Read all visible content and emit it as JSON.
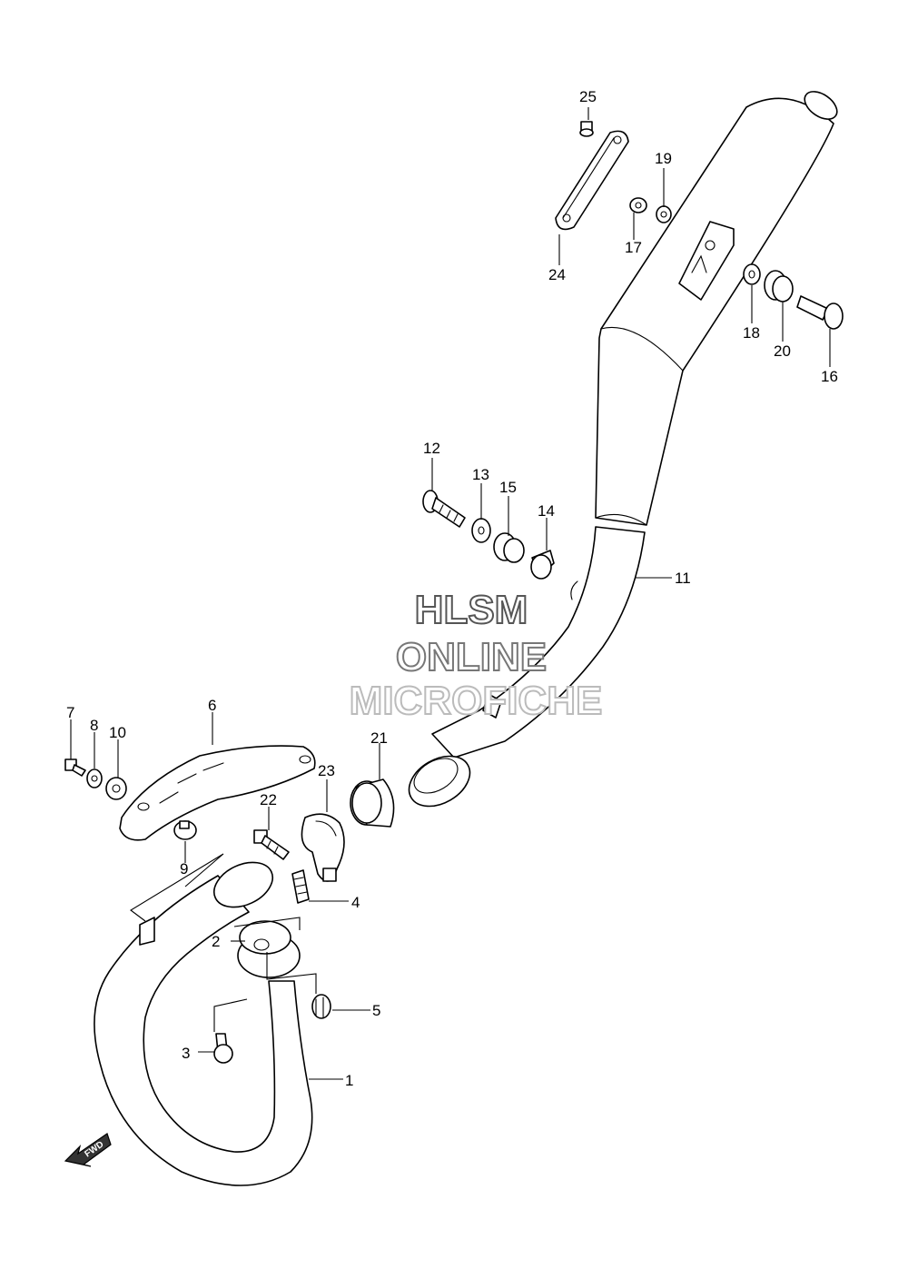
{
  "callouts": [
    "1",
    "2",
    "3",
    "4",
    "5",
    "6",
    "7",
    "8",
    "9",
    "10",
    "11",
    "12",
    "13",
    "14",
    "15",
    "16",
    "17",
    "18",
    "19",
    "20",
    "21",
    "22",
    "23",
    "24",
    "25"
  ],
  "watermark": {
    "line1": "HLSM",
    "line2": "ONLINE",
    "line3": "MICROFICHE",
    "line1_color": "#555555",
    "line2_color": "#777777",
    "line3_color": "#bbbbbb"
  },
  "fwd_badge": {
    "text": "FWD"
  }
}
